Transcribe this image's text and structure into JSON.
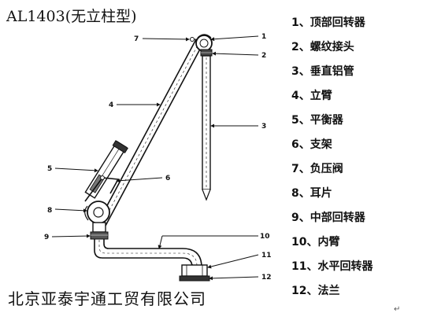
{
  "title": "AL1403(无立柱型)",
  "company": "北京亚泰宇通工贸有限公司",
  "legend": [
    {
      "num": "1",
      "text": "1、顶部回转器"
    },
    {
      "num": "2",
      "text": "2、螺纹接头"
    },
    {
      "num": "3",
      "text": "3、垂直铝管"
    },
    {
      "num": "4",
      "text": "4、立臂"
    },
    {
      "num": "5",
      "text": "5、平衡器"
    },
    {
      "num": "6",
      "text": "6、支架"
    },
    {
      "num": "7",
      "text": "7、负压阀"
    },
    {
      "num": "8",
      "text": "8、耳片"
    },
    {
      "num": "9",
      "text": "9、中部回转器"
    },
    {
      "num": "10",
      "text": "10、内臂"
    },
    {
      "num": "11",
      "text": "11、水平回转器"
    },
    {
      "num": "12",
      "text": "12、法兰"
    }
  ],
  "end_mark": "↵"
}
